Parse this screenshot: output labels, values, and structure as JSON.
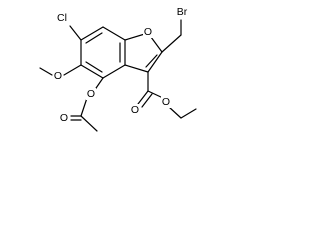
{
  "molecule": {
    "atoms": {
      "cl": "Cl",
      "br": "Br",
      "o_ring": "O",
      "o_methoxy": "O",
      "o_acetoxy": "O",
      "o_acetyl_carbonyl": "O",
      "o_ester_carbonyl": "O",
      "o_ester": "O"
    }
  }
}
